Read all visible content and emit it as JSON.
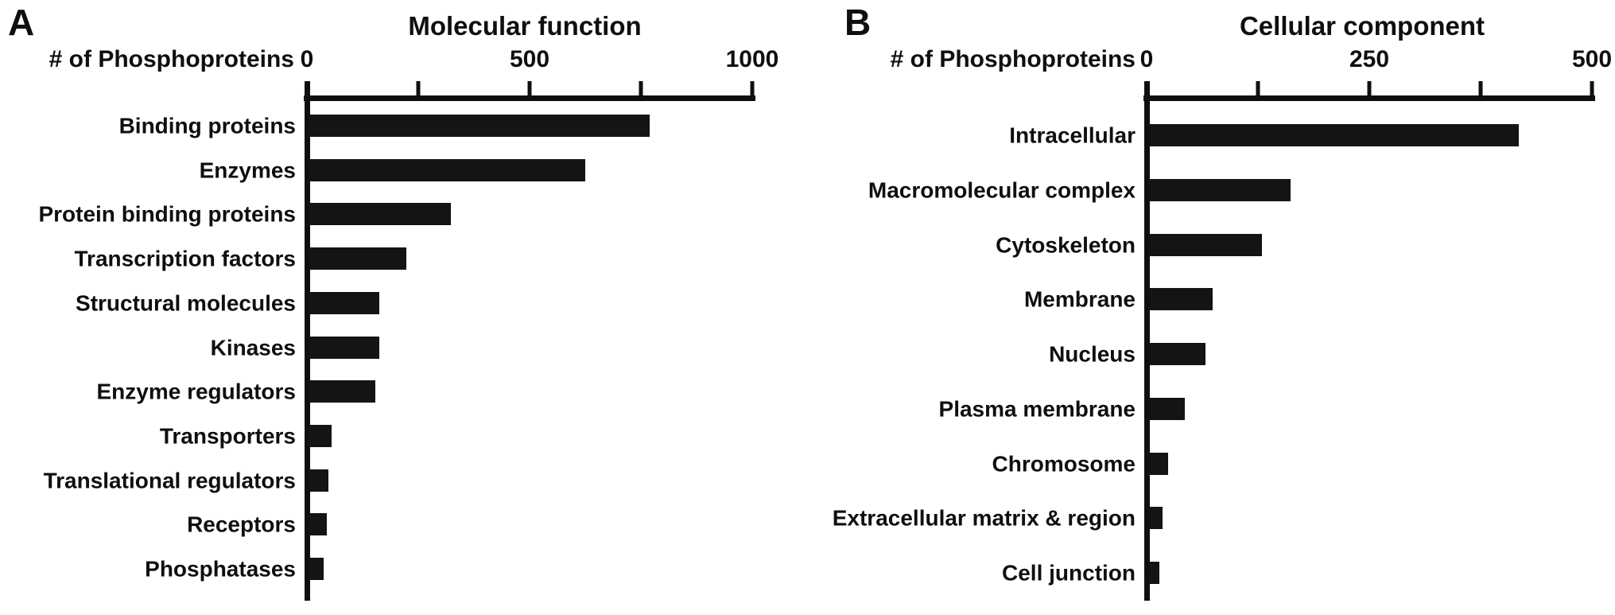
{
  "colors": {
    "background": "#ffffff",
    "bar": "#141414",
    "axis": "#0f0f0f",
    "text": "#0f0f0f"
  },
  "chart_data": [
    {
      "panel": "A",
      "type": "bar",
      "orientation": "horizontal",
      "title": "Molecular function",
      "xlabel": "# of Phosphoproteins",
      "categories": [
        "Binding proteins",
        "Enzymes",
        "Protein binding proteins",
        "Transcription factors",
        "Structural molecules",
        "Kinases",
        "Enzyme regulators",
        "Transporters",
        "Translational regulators",
        "Receptors",
        "Phosphatases"
      ],
      "values": [
        765,
        620,
        317,
        218,
        158,
        158,
        148,
        50,
        42,
        40,
        33
      ],
      "xlim": [
        0,
        1000
      ],
      "xticks": [
        0,
        250,
        500,
        750,
        1000
      ],
      "xtick_labels": [
        "0",
        "",
        "500",
        "",
        "1000"
      ],
      "grid": false,
      "legend": "none"
    },
    {
      "panel": "B",
      "type": "bar",
      "orientation": "horizontal",
      "title": "Cellular component",
      "xlabel": "# of Phosphoproteins",
      "categories": [
        "Intracellular",
        "Macromolecular complex",
        "Cytoskeleton",
        "Membrane",
        "Nucleus",
        "Plasma membrane",
        "Chromosome",
        "Extracellular matrix & region",
        "Cell junction"
      ],
      "values": [
        415,
        159,
        127,
        71,
        63,
        40,
        21,
        15,
        12
      ],
      "xlim": [
        0,
        500
      ],
      "xticks": [
        0,
        125,
        250,
        375,
        500
      ],
      "xtick_labels": [
        "0",
        "",
        "250",
        "",
        "500"
      ],
      "grid": false,
      "legend": "none"
    }
  ]
}
